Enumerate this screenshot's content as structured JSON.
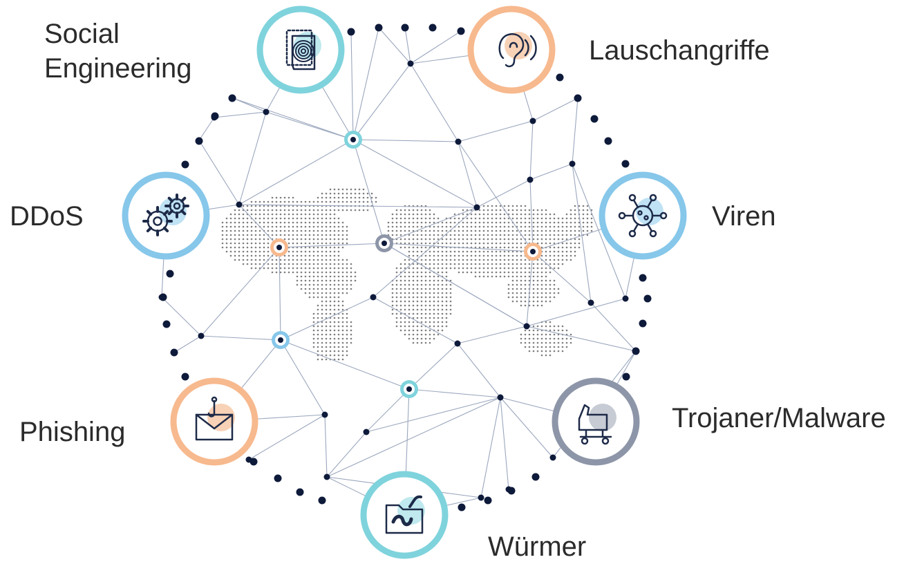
{
  "threats": [
    {
      "key": "social-engineering",
      "lines": [
        "Social",
        "Engineering"
      ],
      "icon": "fingerprint-document-icon",
      "ring": "#7fd3dc",
      "disc": "#bfe9ee"
    },
    {
      "key": "lauschangriffe",
      "lines": [
        "Lauschangriffe"
      ],
      "icon": "ear-icon",
      "ring": "#f7b98e",
      "disc": "#f8d2b6"
    },
    {
      "key": "ddos",
      "lines": [
        "DDoS"
      ],
      "icon": "gears-icon",
      "ring": "#86c7ea",
      "disc": "#bfe2f4"
    },
    {
      "key": "viren",
      "lines": [
        "Viren"
      ],
      "icon": "virus-icon",
      "ring": "#86c7ea",
      "disc": "#bfe2f4"
    },
    {
      "key": "phishing",
      "lines": [
        "Phishing"
      ],
      "icon": "phishing-envelope-icon",
      "ring": "#f7b98e",
      "disc": "#f8d2b6"
    },
    {
      "key": "trojaner",
      "lines": [
        "Trojaner/Malware"
      ],
      "icon": "trojan-horse-icon",
      "ring": "#8d96a8",
      "disc": "#c6cbd4"
    },
    {
      "key": "wuermer",
      "lines": [
        "Würmer"
      ],
      "icon": "worm-folder-icon",
      "ring": "#7fd3dc",
      "disc": "#bfe9ee"
    }
  ],
  "colors": {
    "node": "#0e1a3a",
    "line": "#9aa6bd",
    "map": "#7d7d7d",
    "text": "#2b2b2b"
  }
}
